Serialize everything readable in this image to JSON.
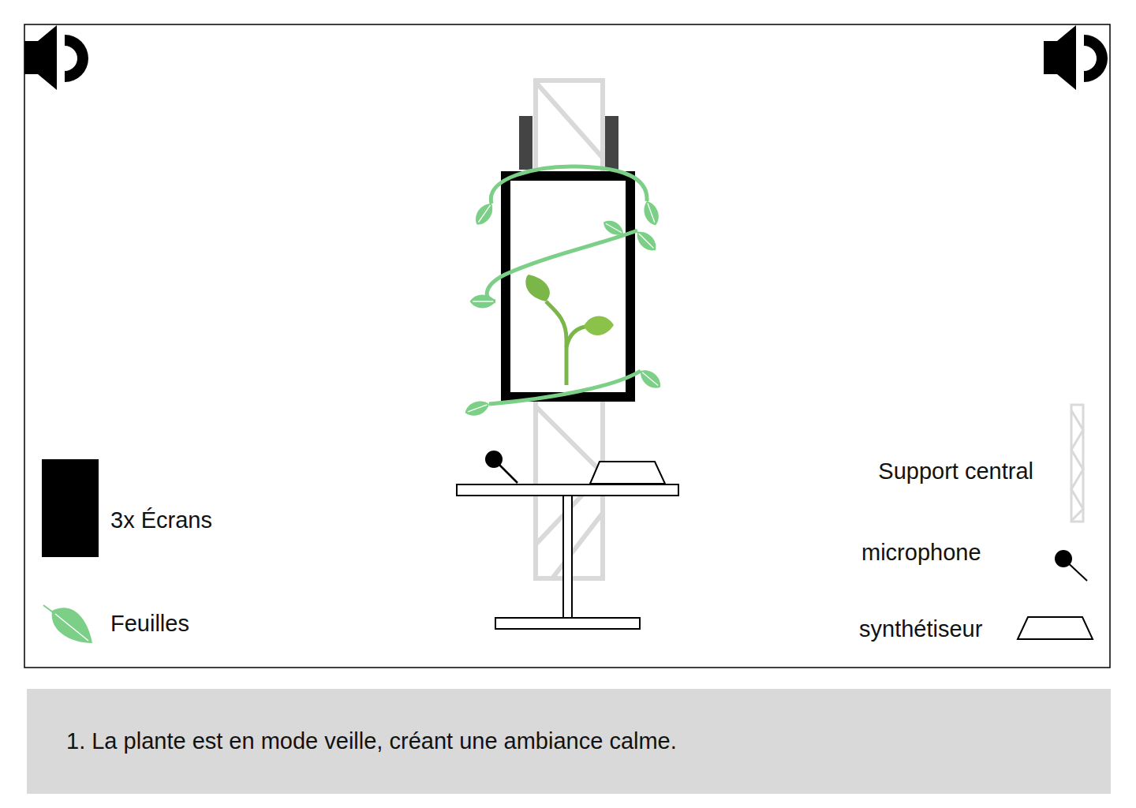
{
  "diagram": {
    "caption": "1. La plante est en mode veille, créant une ambiance calme.",
    "legend": [
      {
        "text": "3x Écrans",
        "color": "#000000"
      },
      {
        "text": "Feuilles"
      },
      {
        "text": "Support central"
      },
      {
        "text": "microphone"
      },
      {
        "text": "synthétiseur"
      }
    ]
  }
}
